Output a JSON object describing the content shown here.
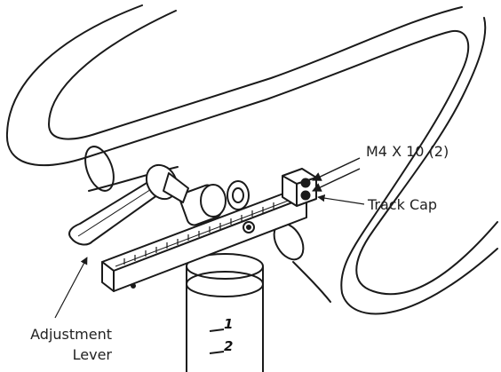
{
  "callouts": {
    "bolts": "M4 X 10 (2)",
    "track_cap": "Track Cap",
    "lever_line1": "Adjustment",
    "lever_line2": "Lever"
  },
  "post_marks": [
    "1",
    "2"
  ],
  "colors": {
    "line": "#1a1a1a",
    "text": "#222222",
    "background": "#ffffff"
  }
}
